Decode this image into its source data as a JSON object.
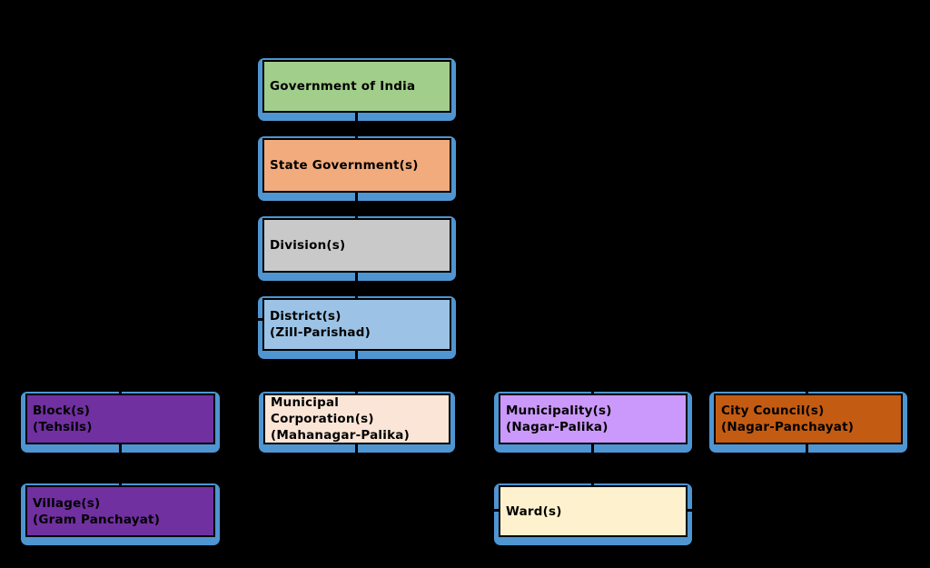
{
  "diagram": {
    "background_color": "#000000",
    "shadow_color": "#4e95d2",
    "border_color": "#000000",
    "text_color": "#000000",
    "nodes": {
      "goi": {
        "label": "Government of India",
        "fill": "#a2ce8b"
      },
      "state": {
        "label": "State Government(s)",
        "fill": "#f2ab7d"
      },
      "division": {
        "label": "Division(s)",
        "fill": "#c9c9c9"
      },
      "district": {
        "label": "District(s)\n(Zill-Parishad)",
        "fill": "#9cc3e6"
      },
      "block": {
        "label": "Block(s)\n(Tehsils)",
        "fill": "#7030a0"
      },
      "municipal_corporation": {
        "label": "Municipal Corporation(s)\n(Mahanagar-Palika)",
        "fill": "#fbe5d6"
      },
      "municipality": {
        "label": "Municipality(s)\n(Nagar-Palika)",
        "fill": "#cb99fb"
      },
      "city_council": {
        "label": "City Council(s)\n(Nagar-Panchayat)",
        "fill": "#c45b12"
      },
      "village": {
        "label": "Village(s)\n(Gram Panchayat)",
        "fill": "#7030a0"
      },
      "ward": {
        "label": "Ward(s)",
        "fill": "#fdf2cd"
      }
    },
    "edges": [
      {
        "from": "goi",
        "to": "state"
      },
      {
        "from": "state",
        "to": "division"
      },
      {
        "from": "division",
        "to": "district"
      },
      {
        "from": "district",
        "to": "block"
      },
      {
        "from": "district",
        "to": "municipal_corporation"
      },
      {
        "from": "district",
        "to": "municipality"
      },
      {
        "from": "district",
        "to": "city_council"
      },
      {
        "from": "block",
        "to": "village"
      },
      {
        "from": "municipal_corporation",
        "to": "ward"
      },
      {
        "from": "municipality",
        "to": "ward"
      },
      {
        "from": "city_council",
        "to": "ward"
      }
    ]
  }
}
